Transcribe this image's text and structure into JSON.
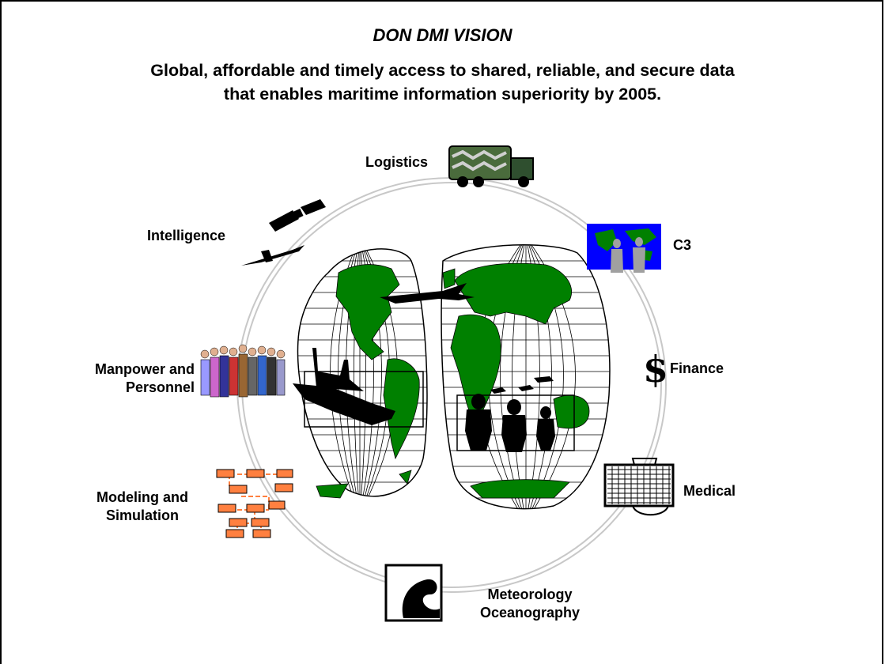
{
  "title": "DON DMI VISION",
  "vision": {
    "line1": "Global, affordable and timely access to shared, reliable, and secure data",
    "line2": "that enables maritime information superiority by 2005."
  },
  "domains": {
    "logistics": "Logistics",
    "intelligence": "Intelligence",
    "c3": "C3",
    "finance": "Finance",
    "finance_symbol": "$",
    "manpower": [
      "Manpower and",
      "Personnel"
    ],
    "modeling": [
      "Modeling and",
      "Simulation"
    ],
    "medical": "Medical",
    "meteorology": [
      "Meteorology",
      "Oceanography"
    ]
  },
  "colors": {
    "continent": "#008000",
    "c3_background": "#0000ff",
    "flowchart": "#ff8040",
    "ring": "#c0c0c0"
  }
}
